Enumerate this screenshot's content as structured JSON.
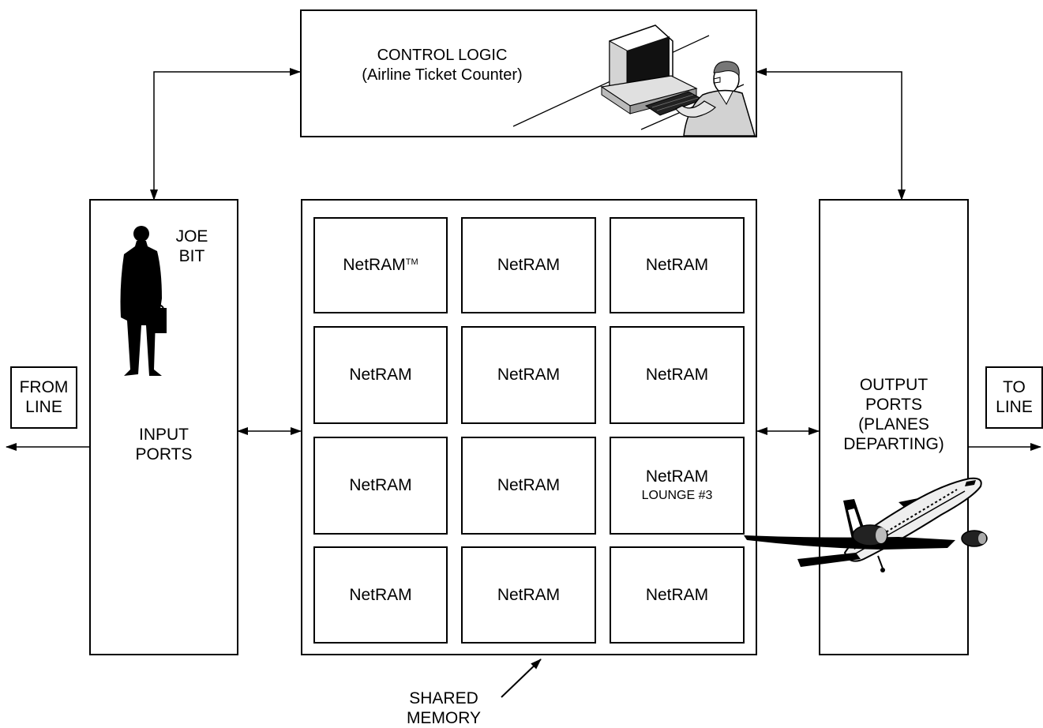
{
  "control_logic": {
    "title": "CONTROL LOGIC",
    "subtitle": "(Airline Ticket Counter)"
  },
  "input_ports": {
    "person_label": "JOE\nBIT",
    "label": "INPUT\nPORTS"
  },
  "output_ports": {
    "label": "OUTPUT\nPORTS\n(PLANES\nDEPARTING)"
  },
  "from_line": {
    "label": "FROM\nLINE"
  },
  "to_line": {
    "label": "TO\nLINE"
  },
  "shared_memory": {
    "label": "SHARED\nMEMORY",
    "cells": [
      {
        "title": "NetRAM",
        "tm": "TM",
        "sub": ""
      },
      {
        "title": "NetRAM",
        "tm": "",
        "sub": ""
      },
      {
        "title": "NetRAM",
        "tm": "",
        "sub": ""
      },
      {
        "title": "NetRAM",
        "tm": "",
        "sub": ""
      },
      {
        "title": "NetRAM",
        "tm": "",
        "sub": ""
      },
      {
        "title": "NetRAM",
        "tm": "",
        "sub": ""
      },
      {
        "title": "NetRAM",
        "tm": "",
        "sub": ""
      },
      {
        "title": "NetRAM",
        "tm": "",
        "sub": ""
      },
      {
        "title": "NetRAM",
        "tm": "",
        "sub": "LOUNGE #3"
      },
      {
        "title": "NetRAM",
        "tm": "",
        "sub": ""
      },
      {
        "title": "NetRAM",
        "tm": "",
        "sub": ""
      },
      {
        "title": "NetRAM",
        "tm": "",
        "sub": ""
      }
    ]
  },
  "colors": {
    "ink": "#000000",
    "paper": "#ffffff",
    "screen": "#111111",
    "shade": "#c8c8c8"
  },
  "icons": {
    "person": "businessman-silhouette-icon",
    "agent": "ticket-agent-computer-icon",
    "plane": "airplane-icon"
  }
}
